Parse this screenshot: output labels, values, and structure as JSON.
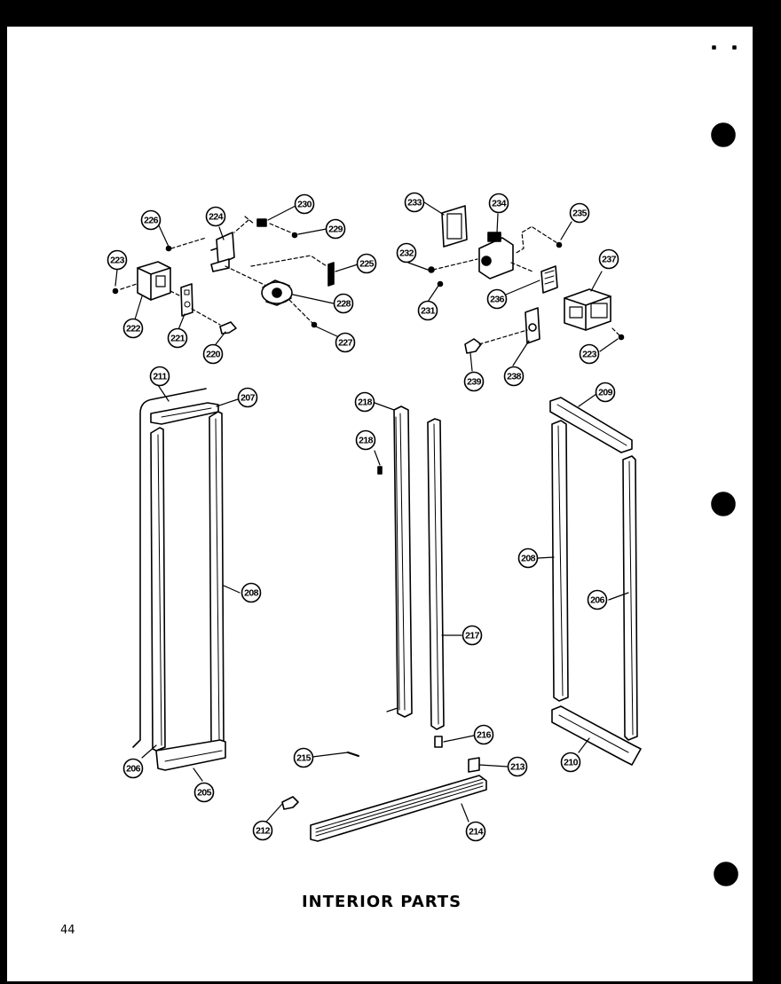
{
  "title": "INTERIOR PARTS",
  "page_number": "44",
  "callouts": [
    "226",
    "224",
    "230",
    "229",
    "223",
    "225",
    "222",
    "221",
    "220",
    "228",
    "227",
    "233",
    "234",
    "235",
    "232",
    "231",
    "237",
    "236",
    "239",
    "238",
    "223",
    "211",
    "207",
    "218",
    "218",
    "208",
    "217",
    "216",
    "215",
    "213",
    "212",
    "214",
    "205",
    "206",
    "209",
    "208",
    "206",
    "210"
  ]
}
